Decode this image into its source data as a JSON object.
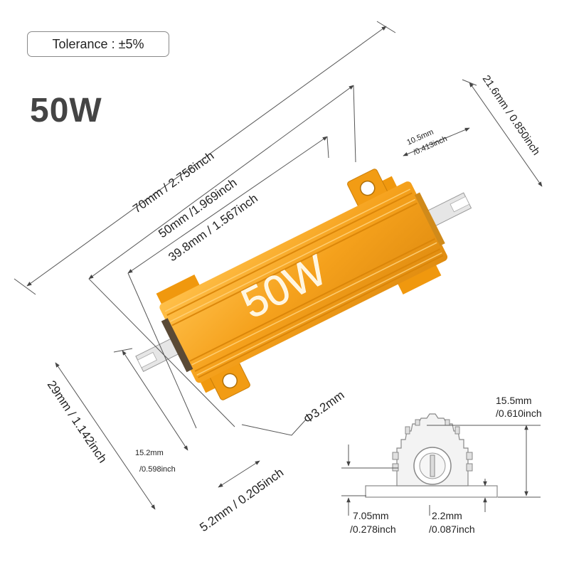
{
  "header": {
    "tolerance": "Tolerance : ±5%",
    "power_title": "50W"
  },
  "resistor": {
    "body_label": "50W",
    "colors": {
      "body": "#f5a11c",
      "body_dark": "#d9860c",
      "fin": "#ffb733",
      "pin": "#e8e8e8"
    }
  },
  "dimensions": {
    "total_length": "70mm / 2.756inch",
    "hole_spacing": "50mm /1.969inch",
    "body_length": "39.8mm / 1.567inch",
    "width_top": "21.6mm / 0.850inch",
    "tab_top_mm": "10.5mm",
    "tab_top_inch": "/0.413inch",
    "width_side": "29mm / 1.142inch",
    "tab_bottom_mm": "15.2mm",
    "tab_bottom_inch": "/0.598inch",
    "hole_diameter": "Φ3.2mm",
    "tab_offset": "5.2mm / 0.205inch"
  },
  "end_view": {
    "height_mm": "15.5mm",
    "height_inch": "/0.610inch",
    "base_mm": "7.05mm",
    "base_inch": "/0.278inch",
    "tab_thick_mm": "2.2mm",
    "tab_thick_inch": "/0.087inch"
  }
}
